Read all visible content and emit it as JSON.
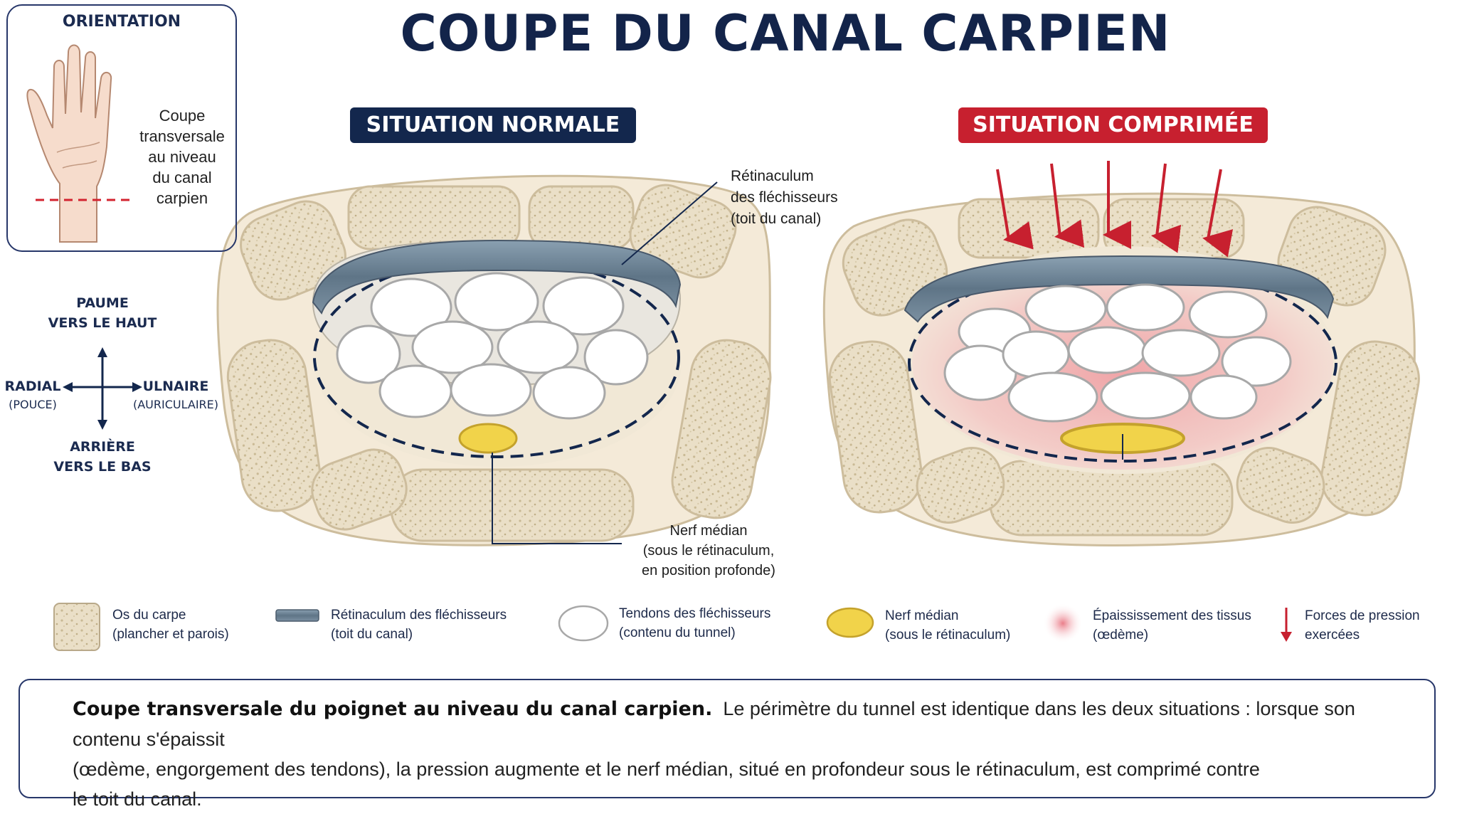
{
  "title": "COUPE DU CANAL CARPIEN",
  "orientation": {
    "heading": "ORIENTATION",
    "caption": [
      "Coupe",
      "transversale",
      "au niveau",
      "du canal",
      "carpien"
    ],
    "up": [
      "PAUME",
      "VERS LE HAUT"
    ],
    "down": [
      "ARRIÈRE",
      "VERS LE BAS"
    ],
    "left": [
      "RADIAL",
      "(POUCE)"
    ],
    "right": [
      "ULNAIRE",
      "(AURICULAIRE)"
    ]
  },
  "panels": {
    "normal": "SITUATION NORMALE",
    "compressed": "SITUATION COMPRIMÉE"
  },
  "annotations": {
    "retinaculum": [
      "Rétinaculum",
      "des fléchisseurs",
      "(toit du canal)"
    ],
    "nerf": [
      "Nerf médian",
      "(sous le rétinaculum,",
      "en position profonde)"
    ]
  },
  "legend": [
    {
      "icon": "bone-icon",
      "lines": [
        "Os du carpe",
        "(plancher et parois)"
      ]
    },
    {
      "icon": "retinaculum-icon",
      "lines": [
        "Rétinaculum des fléchisseurs",
        "(toit du canal)"
      ]
    },
    {
      "icon": "tendon-icon",
      "lines": [
        "Tendons des fléchisseurs",
        "(contenu du tunnel)"
      ]
    },
    {
      "icon": "nerve-icon",
      "lines": [
        "Nerf médian",
        "(sous le rétinaculum)"
      ]
    },
    {
      "icon": "edema-icon",
      "lines": [
        "Épaississement des tissus",
        "(œdème)"
      ]
    },
    {
      "icon": "arrow-down-icon",
      "lines": [
        "Forces de pression",
        "exercées"
      ]
    }
  ],
  "caption": {
    "bold": "Coupe transversale du poignet au niveau du canal carpien.",
    "line1": "Le périmètre du tunnel est identique dans les deux situations : lorsque son contenu s'épaissit",
    "line2": "(œdème, engorgement des tendons), la pression augmente et le nerf médian, situé en profondeur sous le rétinaculum, est comprimé contre",
    "line3": "le toit du canal."
  },
  "colors": {
    "navy": "#13274d",
    "red": "#c7202f",
    "bone": "#efe6d4",
    "retinaculum": "#6f8597",
    "nerve": "#f1d34a",
    "edema": "#f2a7ae"
  }
}
